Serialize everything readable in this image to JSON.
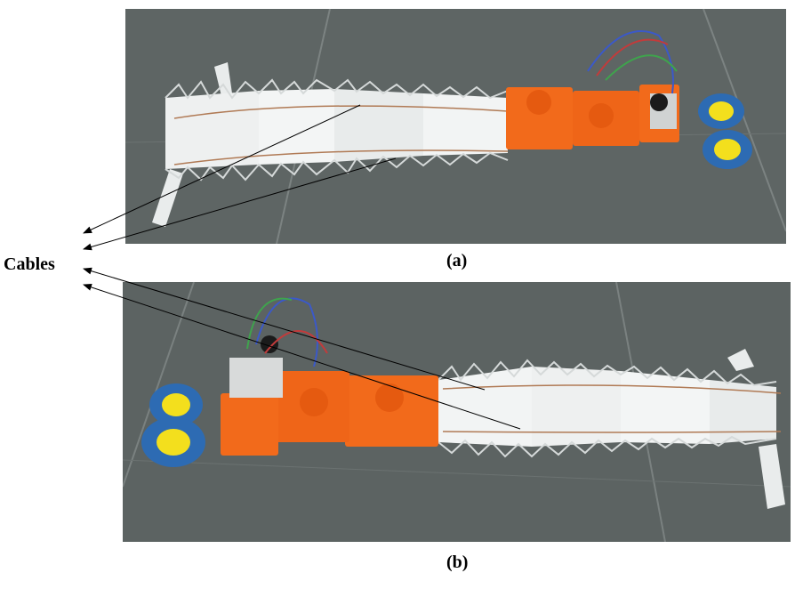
{
  "labels": {
    "cables": "Cables",
    "caption_a": "(a)",
    "caption_b": "(b)"
  },
  "colors": {
    "floor": "#5f6665",
    "foam": "#f2f4f4",
    "robot_orange": "#f26a1b",
    "wheel_blue": "#2d6bb3",
    "wheel_yellow": "#f3df1d",
    "arrow": "#000000"
  }
}
